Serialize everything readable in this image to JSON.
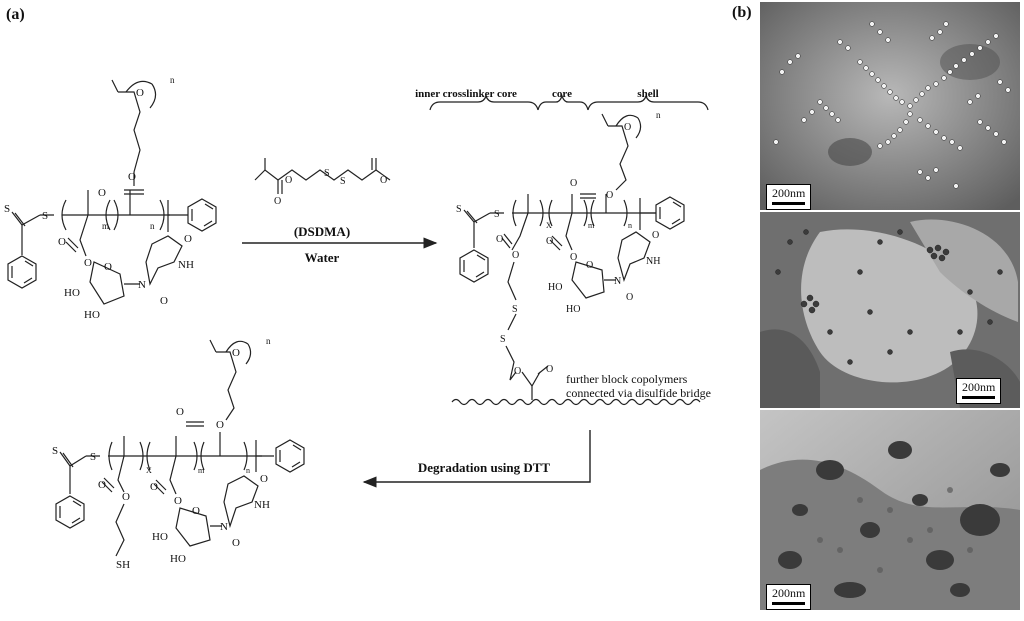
{
  "panel_a": {
    "label": "(a)",
    "reagent_name": "(DSDMA)",
    "solvent": "Water",
    "degradation": "Degradation using DTT",
    "brace_labels": [
      "inner crosslinker core",
      "core",
      "shell"
    ],
    "annotation_line1": "further block copolymers",
    "annotation_line2": "connected via disulfide bridge",
    "atoms": {
      "S": "S",
      "O": "O",
      "HO": "HO",
      "NH": "NH",
      "N": "N",
      "SH": "SH"
    },
    "subscripts": {
      "m": "m",
      "n": "n",
      "x": "X",
      "rep": "n"
    }
  },
  "panel_b": {
    "label": "(b)",
    "scale_bars": [
      "200nm",
      "200nm",
      "200nm"
    ]
  }
}
